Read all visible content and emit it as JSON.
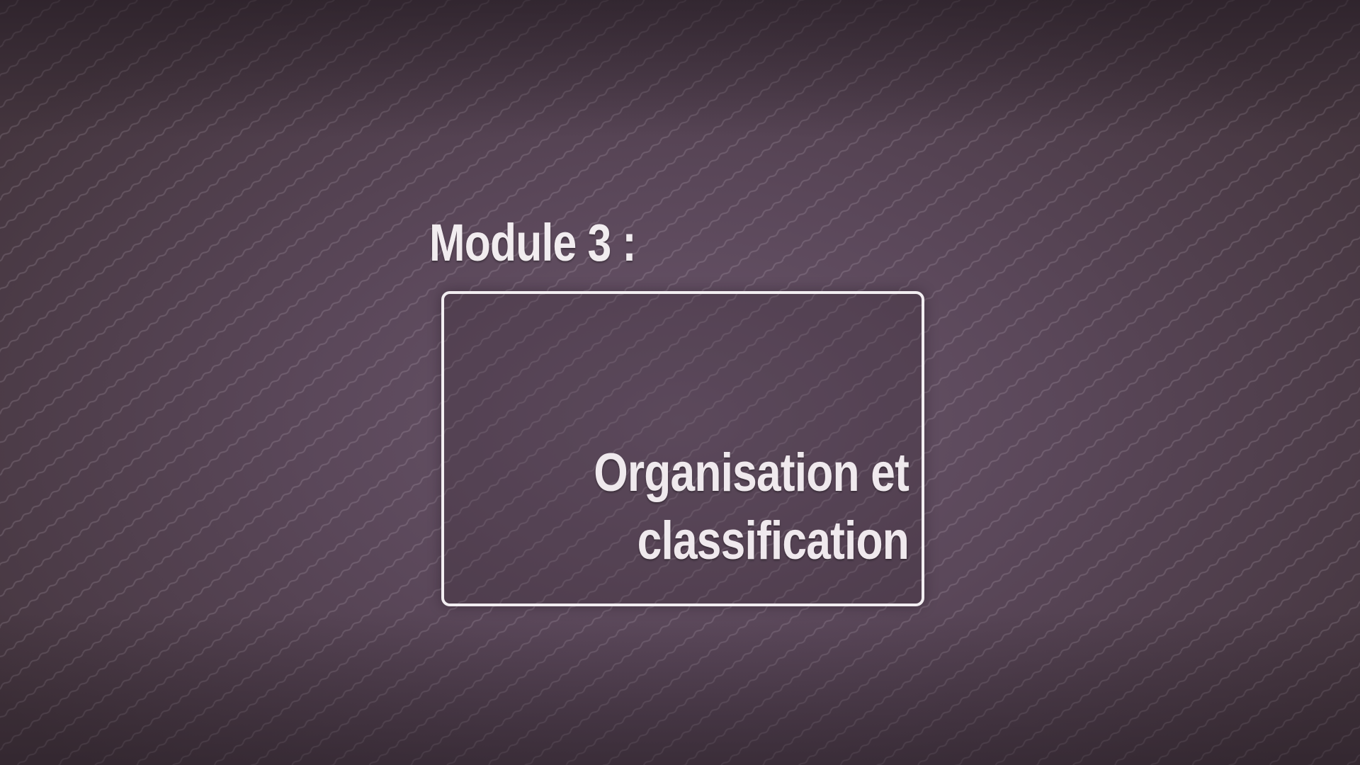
{
  "slide": {
    "module_label": "Module 3 :",
    "card_lines": [
      "Organisation et",
      "classification"
    ]
  },
  "colors": {
    "background": "#5a4759",
    "text": "#f1ecef",
    "card_border": "#f2eef1"
  }
}
